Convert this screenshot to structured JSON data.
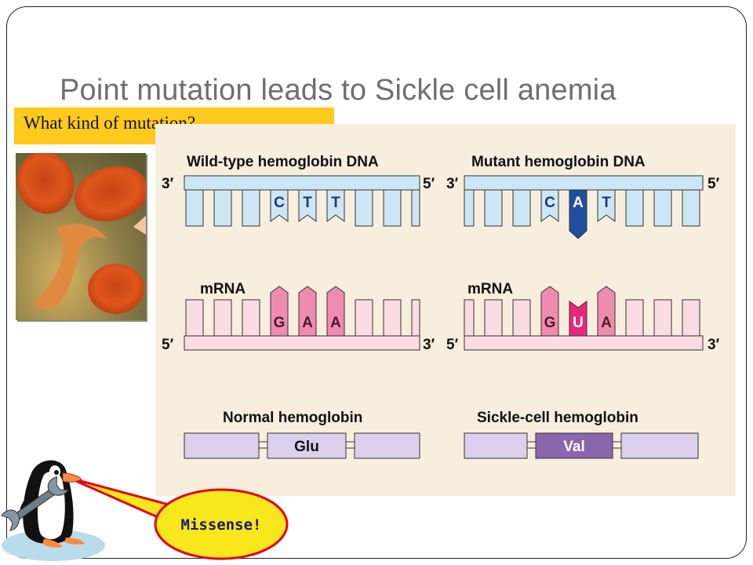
{
  "slide": {
    "title": "Point mutation leads to Sickle cell anemia",
    "question": "What kind of mutation?"
  },
  "diagram": {
    "wild_type": {
      "dna_title": "Wild-type hemoglobin DNA",
      "dna_end_left": "3′",
      "dna_end_right": "5′",
      "dna_bases": [
        "C",
        "T",
        "T"
      ],
      "mrna_title": "mRNA",
      "mrna_end_left": "5′",
      "mrna_end_right": "3′",
      "mrna_bases": [
        "G",
        "A",
        "A"
      ],
      "protein_title": "Normal hemoglobin",
      "amino_acid": "Glu"
    },
    "mutant": {
      "dna_title": "Mutant hemoglobin DNA",
      "dna_end_left": "3′",
      "dna_end_right": "5′",
      "dna_bases": [
        "C",
        "A",
        "T"
      ],
      "mrna_title": "mRNA",
      "mrna_end_left": "5′",
      "mrna_end_right": "3′",
      "mrna_bases": [
        "G",
        "U",
        "A"
      ],
      "protein_title": "Sickle-cell hemoglobin",
      "amino_acid": "Val"
    }
  },
  "callout": {
    "text": "Missense!"
  },
  "colors": {
    "diagram_background": "#f7eedd",
    "dna_backbone": "#cde6f5",
    "dna_mutant_base": "#1f4f9c",
    "mrna_backbone": "#fbdbe4",
    "mrna_codon": "#f08bb0",
    "mrna_mutant_base": "#e8277a",
    "protein": "#dcd0ee",
    "protein_mutant": "#8a66ad",
    "question_highlight": "#ffca1b",
    "callout_fill": "#f8e71c",
    "callout_border": "#e3001b"
  },
  "icons": [
    "red-blood-cells-photo",
    "penguin-mascot-icon",
    "wrench-icon",
    "speech-bubble-icon"
  ]
}
